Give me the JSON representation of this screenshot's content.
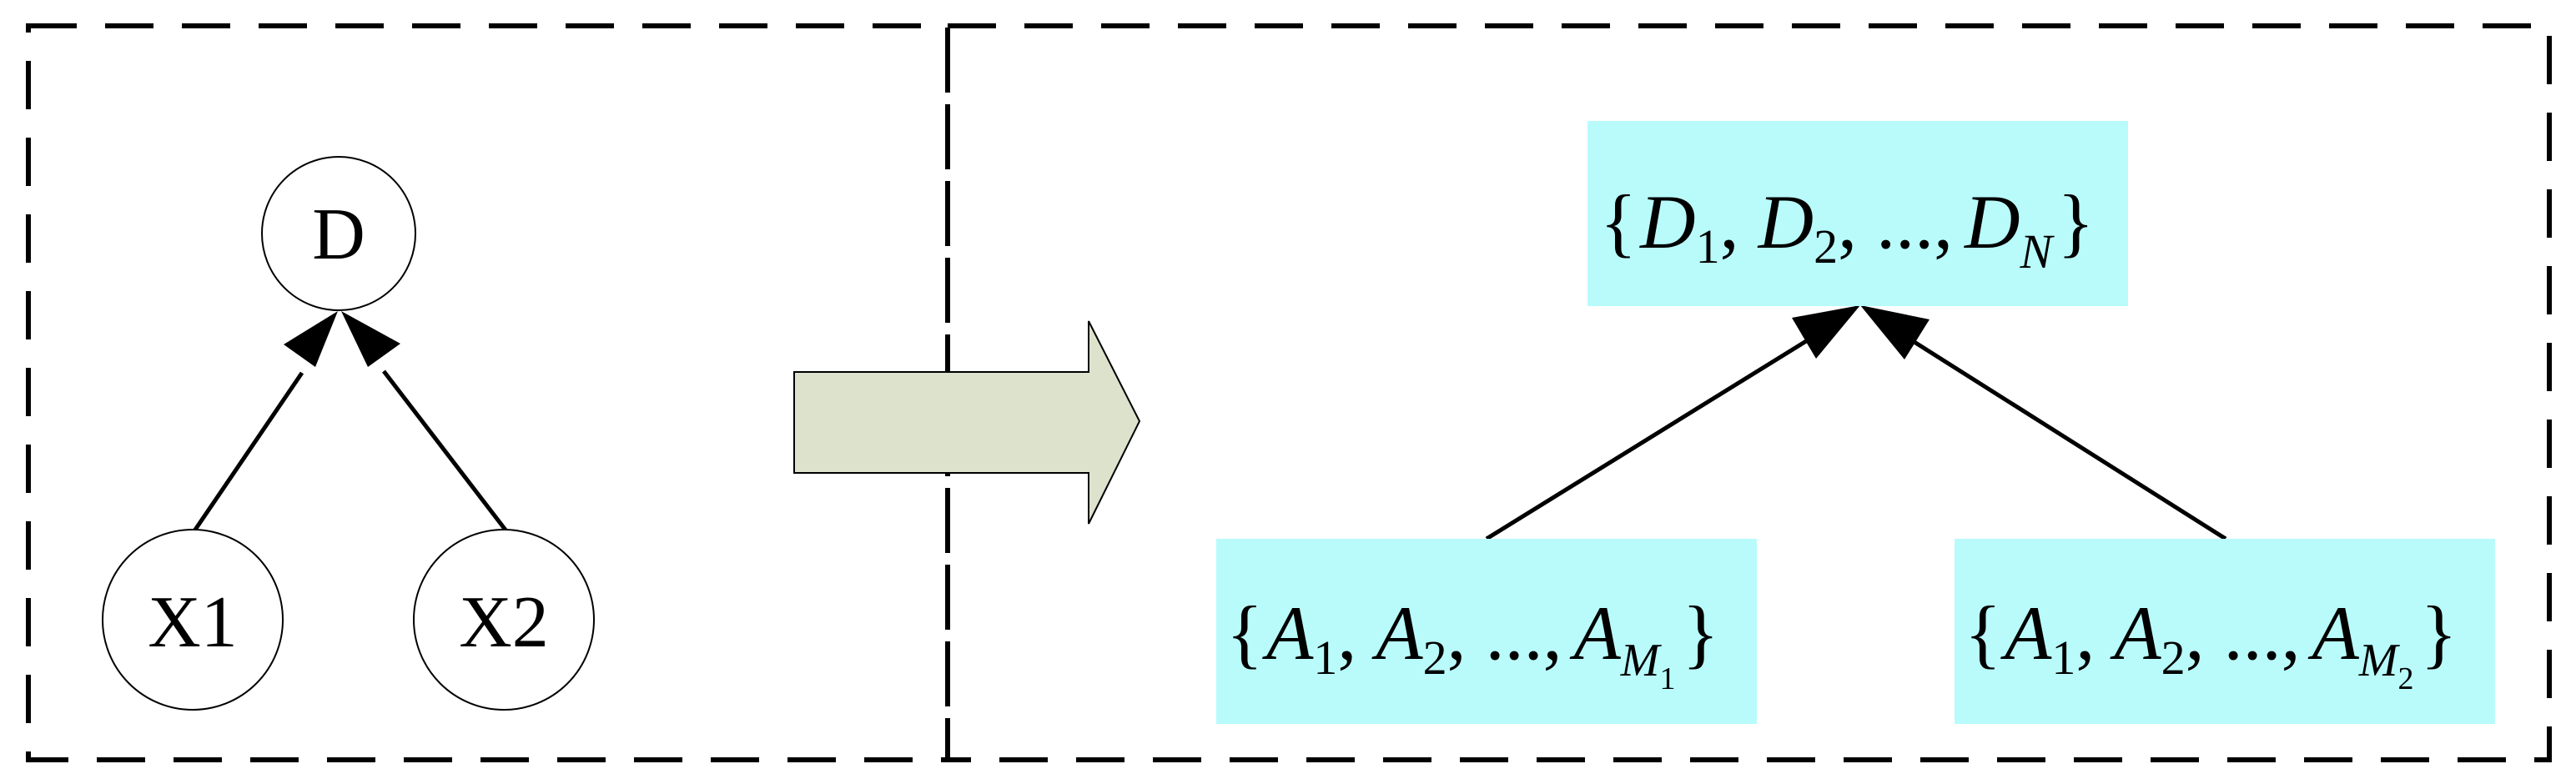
{
  "colors": {
    "box_fill": "#b9fbfb",
    "arrow_fill": "#dde2cc",
    "stroke": "#000000"
  },
  "left_panel": {
    "nodes": {
      "top": "D",
      "left": "X1",
      "right": "X2"
    }
  },
  "right_panel": {
    "top_box": {
      "open": "{",
      "sym": "D",
      "sub1": "1",
      "sub2": "2",
      "subN": "N",
      "dots": "...,",
      "close": "}"
    },
    "left_box": {
      "open": "{",
      "sym": "A",
      "sub1": "1",
      "sub2": "2",
      "subM": "M",
      "subM_idx": "1",
      "dots": "...,",
      "close": "}"
    },
    "right_box": {
      "open": "{",
      "sym": "A",
      "sub1": "1",
      "sub2": "2",
      "subM": "M",
      "subM_idx": "2",
      "dots": "...,",
      "close": "}"
    }
  },
  "transform_arrow": {
    "icon": "right-block-arrow-icon"
  }
}
